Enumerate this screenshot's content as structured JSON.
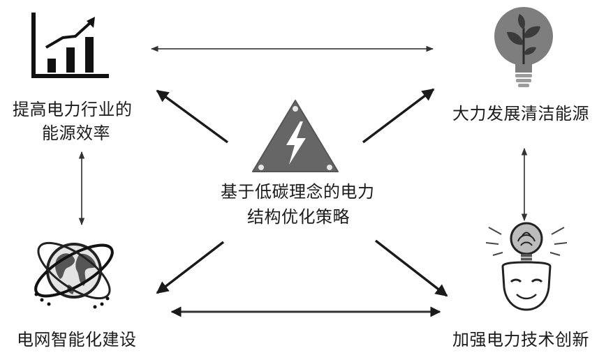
{
  "center": {
    "line1": "基于低碳理念的电力",
    "line2": "结构优化策略",
    "icon": "lightning-warning-triangle-icon"
  },
  "nodes": {
    "top_left": {
      "line1": "提高电力行业的",
      "line2": "能源效率",
      "icon": "rising-bar-chart-icon"
    },
    "top_right": {
      "label": "大力发展清洁能源",
      "icon": "leaf-lightbulb-icon"
    },
    "bottom_left": {
      "label": "电网智能化建设",
      "icon": "globe-orbit-icon"
    },
    "bottom_right": {
      "label": "加强电力技术创新",
      "icon": "head-lightbulb-icon"
    }
  },
  "colors": {
    "ink": "#1a1a1a",
    "icon_gray": "#7a7a7a",
    "dark_gray": "#4a4a4a"
  }
}
